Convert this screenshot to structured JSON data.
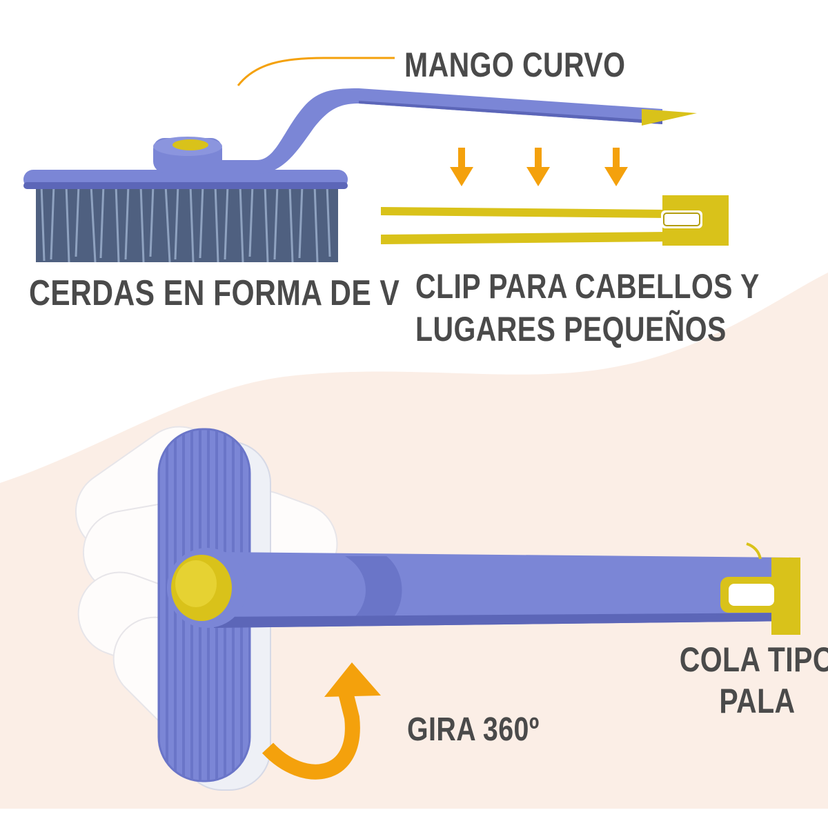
{
  "labels": {
    "mango_curvo": "MANGO CURVO",
    "cerdas": "CERDAS EN FORMA DE V",
    "clip_line1": "CLIP PARA CABELLOS Y",
    "clip_line2": "LUGARES PEQUEÑOS",
    "cola_line1": "COLA TIPO",
    "cola_line2": "PALA",
    "gira": "GIRA 360º"
  },
  "colors": {
    "brush_body": "#7b86d6",
    "brush_dark": "#5c66b8",
    "accent_yellow": "#d9c21a",
    "arrow_orange": "#f4a10c",
    "bristles": "#5a6e8c",
    "background_peach": "#fbeee6",
    "text": "#4a4a4a"
  },
  "icons": {
    "down_arrows": [
      "arrow-down-icon",
      "arrow-down-icon",
      "arrow-down-icon"
    ],
    "rotate_arrow": "curved-rotate-arrow-icon"
  }
}
